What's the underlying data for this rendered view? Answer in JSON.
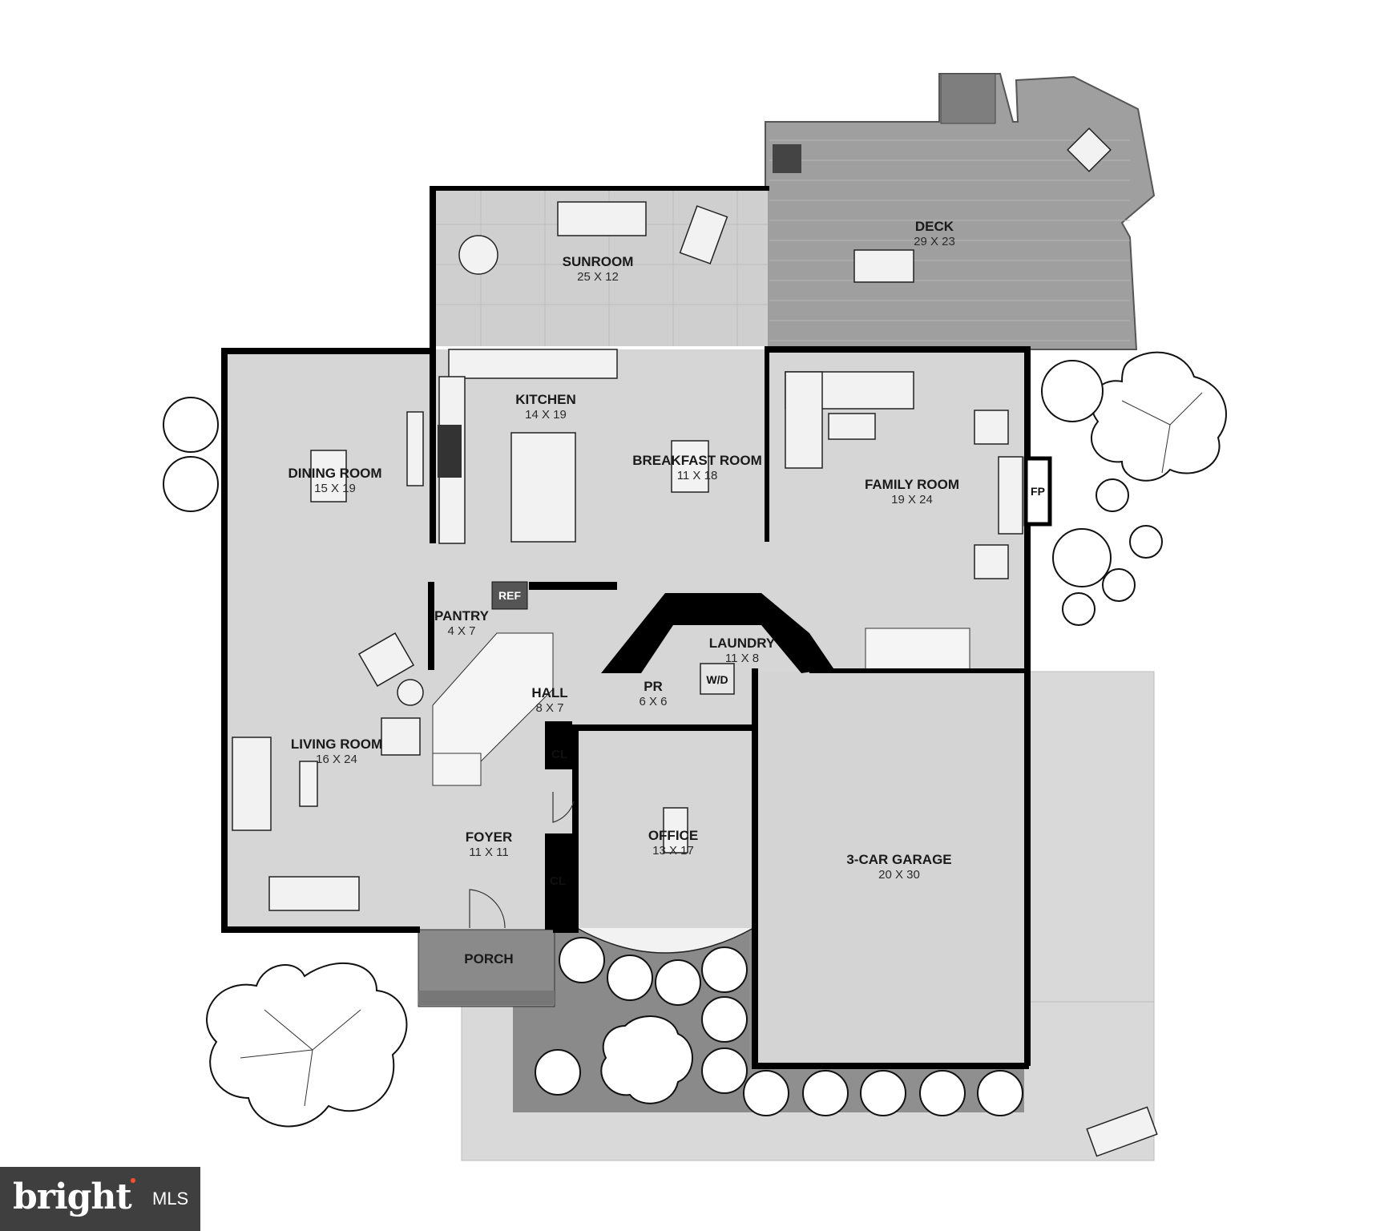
{
  "rooms": [
    {
      "id": "deck",
      "name": "DECK",
      "dims": "29 X 23"
    },
    {
      "id": "sunroom",
      "name": "SUNROOM",
      "dims": "25 X 12"
    },
    {
      "id": "kitchen",
      "name": "KITCHEN",
      "dims": "14 X 19"
    },
    {
      "id": "breakfast",
      "name": "BREAKFAST ROOM",
      "dims": "11 X 18"
    },
    {
      "id": "family",
      "name": "FAMILY ROOM",
      "dims": "19 X 24"
    },
    {
      "id": "dining",
      "name": "DINING ROOM",
      "dims": "15 X 19"
    },
    {
      "id": "pantry",
      "name": "PANTRY",
      "dims": "4 X 7"
    },
    {
      "id": "laundry",
      "name": "LAUNDRY",
      "dims": "11 X 8"
    },
    {
      "id": "hall",
      "name": "HALL",
      "dims": "8 X 7"
    },
    {
      "id": "pr",
      "name": "PR",
      "dims": "6 X 6"
    },
    {
      "id": "living",
      "name": "LIVING ROOM",
      "dims": "16 X 24"
    },
    {
      "id": "foyer",
      "name": "FOYER",
      "dims": "11 X 11"
    },
    {
      "id": "office",
      "name": "OFFICE",
      "dims": "13 X 17"
    },
    {
      "id": "garage",
      "name": "3-CAR GARAGE",
      "dims": "20 X 30"
    },
    {
      "id": "porch",
      "name": "PORCH",
      "dims": ""
    }
  ],
  "labels": {
    "ref": "REF",
    "wd": "W/D",
    "fp": "FP",
    "cl_upper": "CL",
    "cl_lower": "CL"
  },
  "logo": {
    "brand": "bright",
    "suffix": "MLS",
    "accent_color": "#ff4d2e"
  },
  "colors": {
    "floor": "#d6d6d6",
    "sunroom": "#cfcfcf",
    "deck": "#9a9a9a",
    "driveway": "#d9d9d9",
    "landscape": "#8f8f8f",
    "wall": "#000000"
  }
}
